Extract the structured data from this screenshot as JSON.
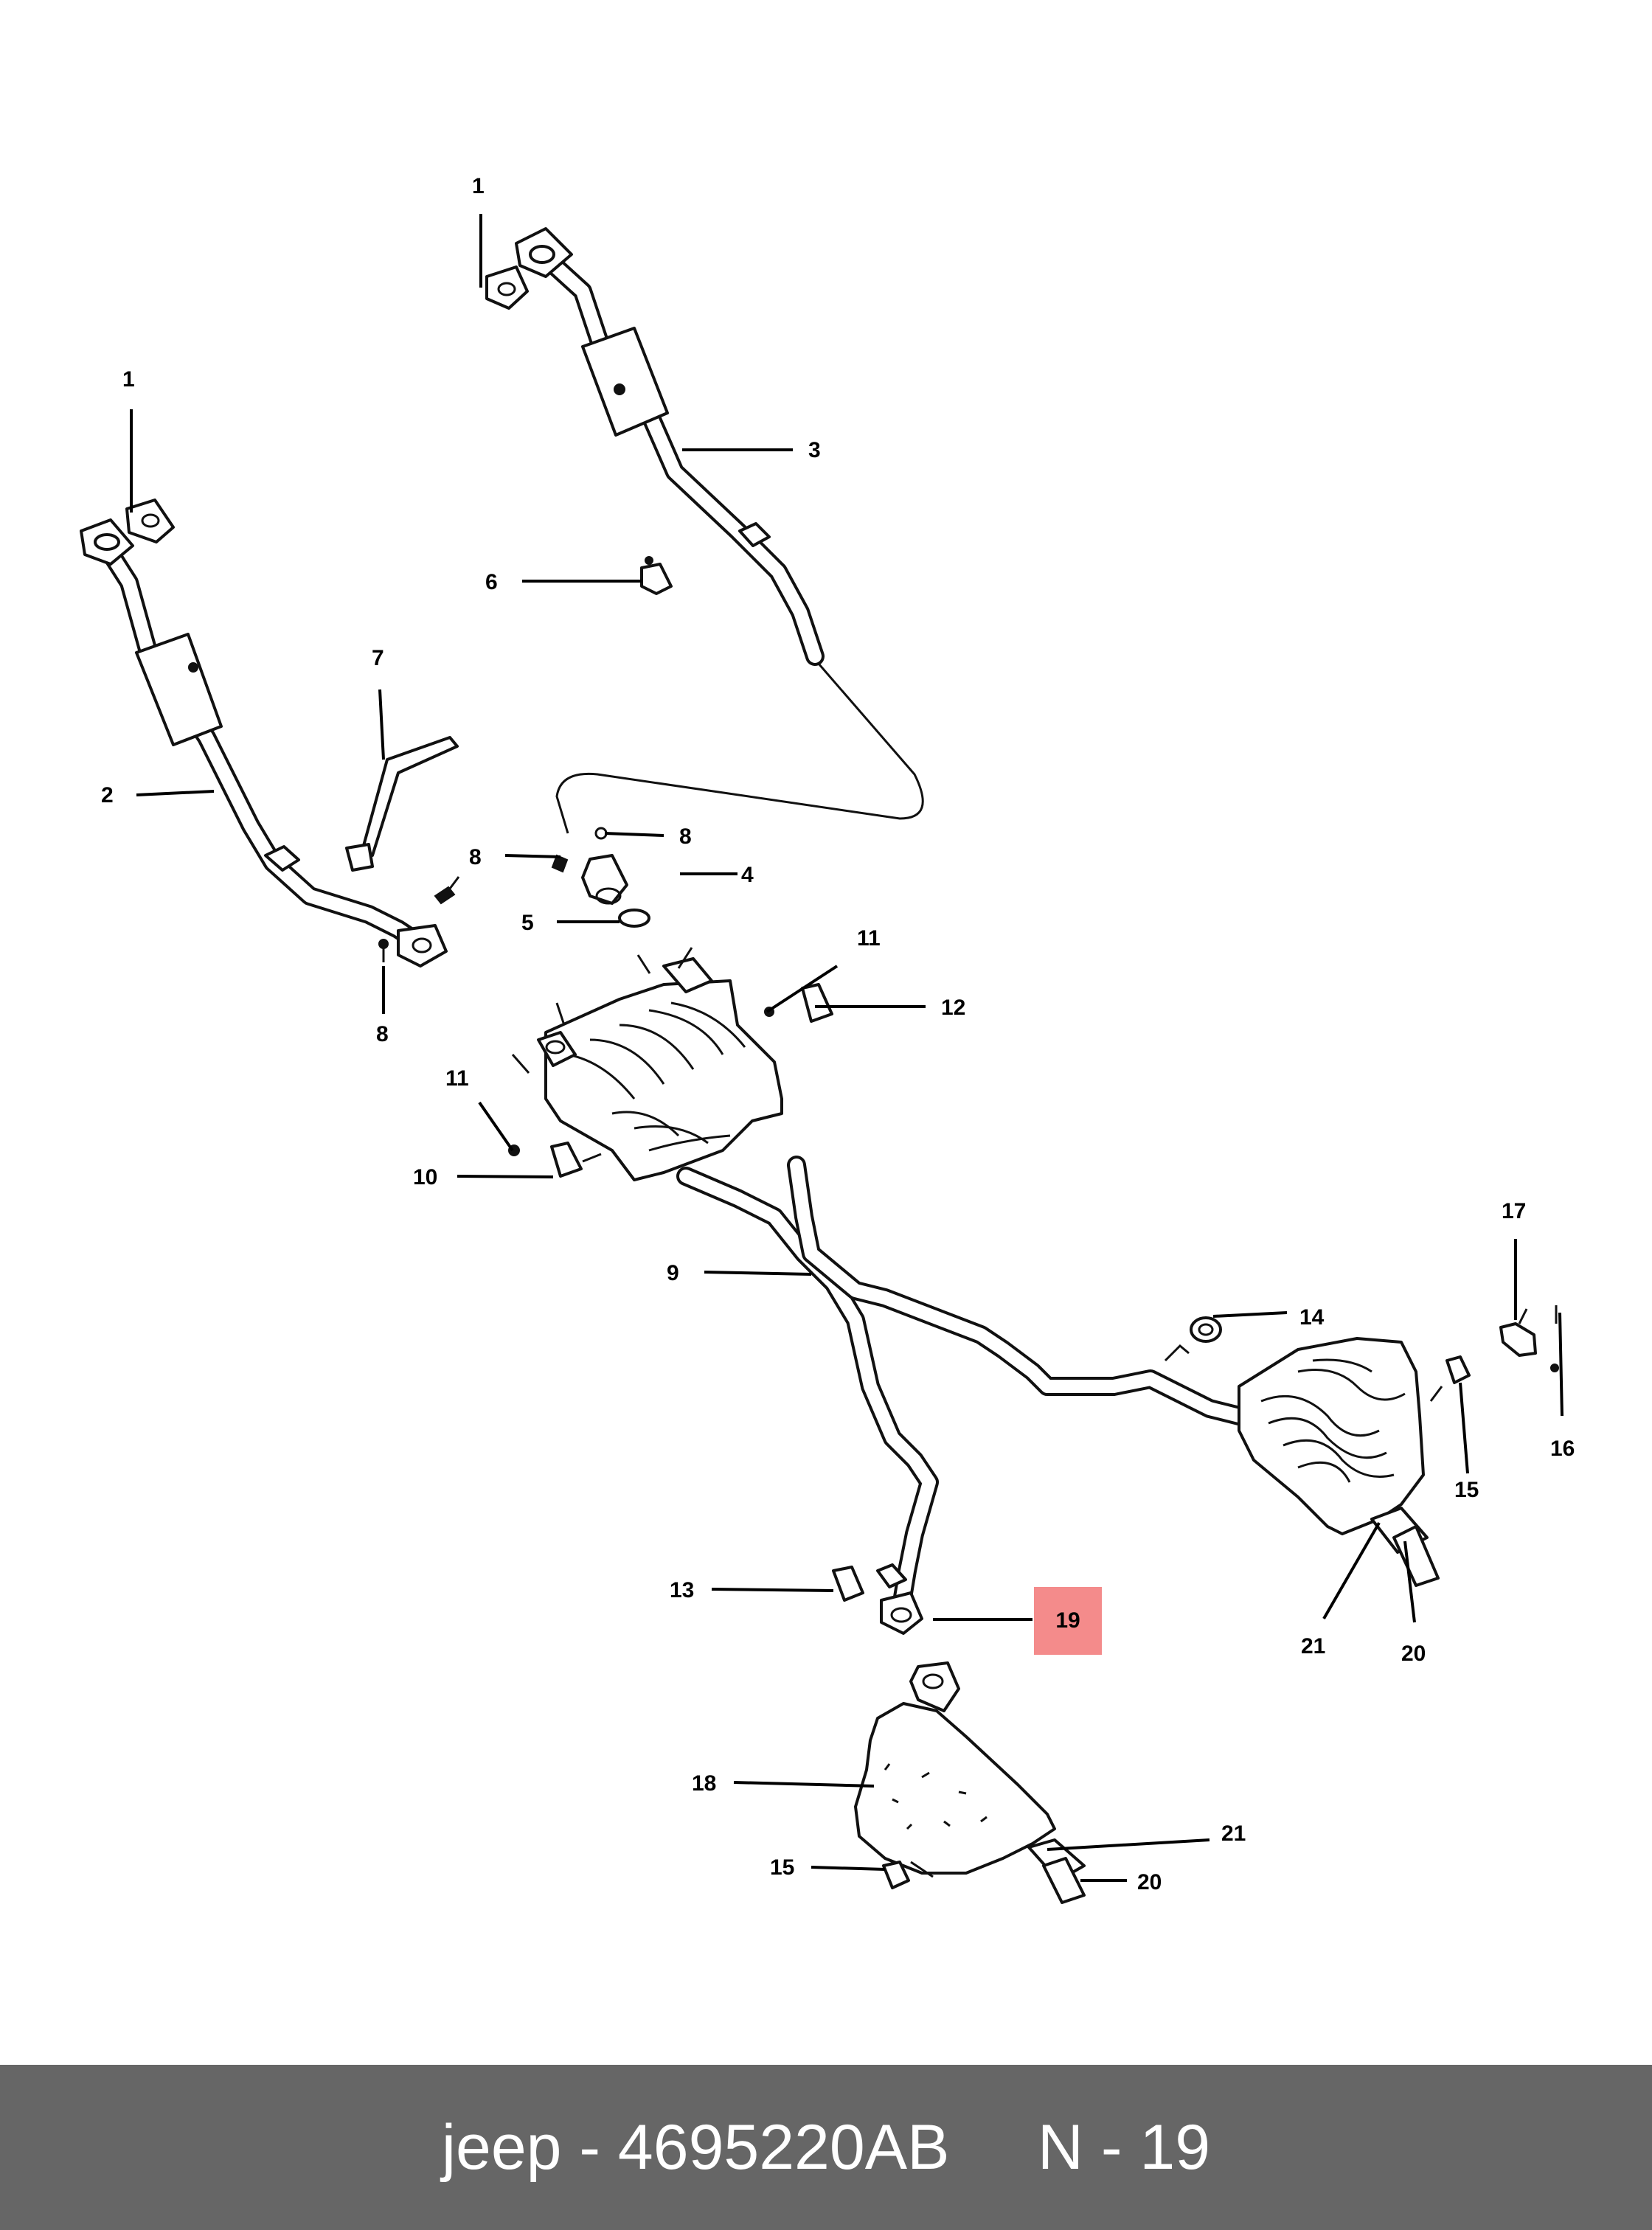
{
  "diagram": {
    "callouts": {
      "c1a": "1",
      "c1b": "1",
      "c2": "2",
      "c3": "3",
      "c4": "4",
      "c5": "5",
      "c6": "6",
      "c7": "7",
      "c8a": "8",
      "c8b": "8",
      "c8c": "8",
      "c9": "9",
      "c10": "10",
      "c11a": "11",
      "c11b": "11",
      "c12": "12",
      "c13": "13",
      "c14": "14",
      "c15a": "15",
      "c15b": "15",
      "c16": "16",
      "c17": "17",
      "c18": "18",
      "c19": "19",
      "c20a": "20",
      "c20b": "20",
      "c21a": "21",
      "c21b": "21"
    },
    "highlight": {
      "label": "19",
      "color": "#f48b8b"
    }
  },
  "footer": {
    "brand": "jeep",
    "part_number": "4695220AB",
    "position": "N - 19",
    "text": "jeep - 4695220AB     N - 19",
    "background": "#666666"
  }
}
